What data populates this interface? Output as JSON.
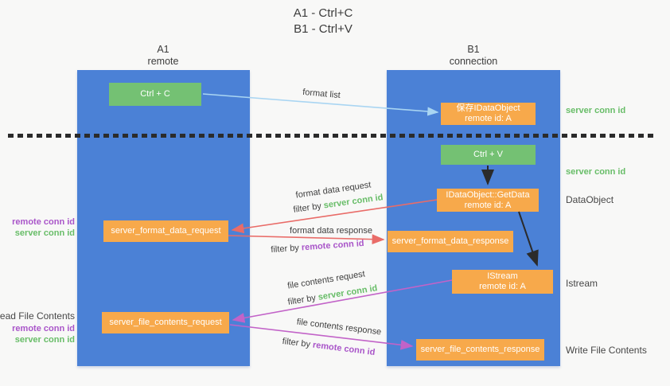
{
  "title": {
    "line1": "A1 - Ctrl+C",
    "line2": "B1 - Ctrl+V"
  },
  "columns": {
    "a1": {
      "id": "A1",
      "role": "remote"
    },
    "b1": {
      "id": "B1",
      "role": "connection"
    }
  },
  "nodes": {
    "ctrl_c": {
      "label": "Ctrl + C"
    },
    "ctrl_v": {
      "label": "Ctrl + V"
    },
    "save_idataobject": {
      "line1": "保存IDataObject",
      "line2": "remote id: A"
    },
    "getdata": {
      "line1": "IDataObject::GetData",
      "line2": "remote id: A"
    },
    "istream": {
      "line1": "IStream",
      "line2": "remote id: A"
    },
    "server_format_data_request": {
      "label": "server_format_data_request"
    },
    "server_format_data_response": {
      "label": "server_format_data_response"
    },
    "server_file_contents_request": {
      "label": "server_file_contents_request"
    },
    "server_file_contents_response": {
      "label": "server_file_contents_response"
    }
  },
  "edge_labels": {
    "format_list": "format list",
    "format_data_request": "format data request",
    "format_data_response": "format data response",
    "file_contents_request": "file contents request",
    "file_contents_response": "file contents response",
    "filter_by": "filter by"
  },
  "terms": {
    "server_conn_id": "server conn id",
    "remote_conn_id": "remote conn id"
  },
  "side_labels": {
    "left": {
      "read_file_contents": "Read File Contents"
    },
    "right": {
      "dataobject": "DataObject",
      "istream": "Istream",
      "write_file_contents": "Write File Contents"
    }
  },
  "colors": {
    "column_blue": "#4b81d6",
    "node_green": "#74c173",
    "node_orange": "#f7a94b",
    "arrow_lightblue": "#a9d5f2",
    "arrow_red": "#e96c68",
    "arrow_magenta": "#c263c8",
    "arrow_black": "#2b2b2b",
    "text_green": "#68bd68",
    "text_purple": "#a955c9",
    "text_dark": "#3f3f3f"
  }
}
